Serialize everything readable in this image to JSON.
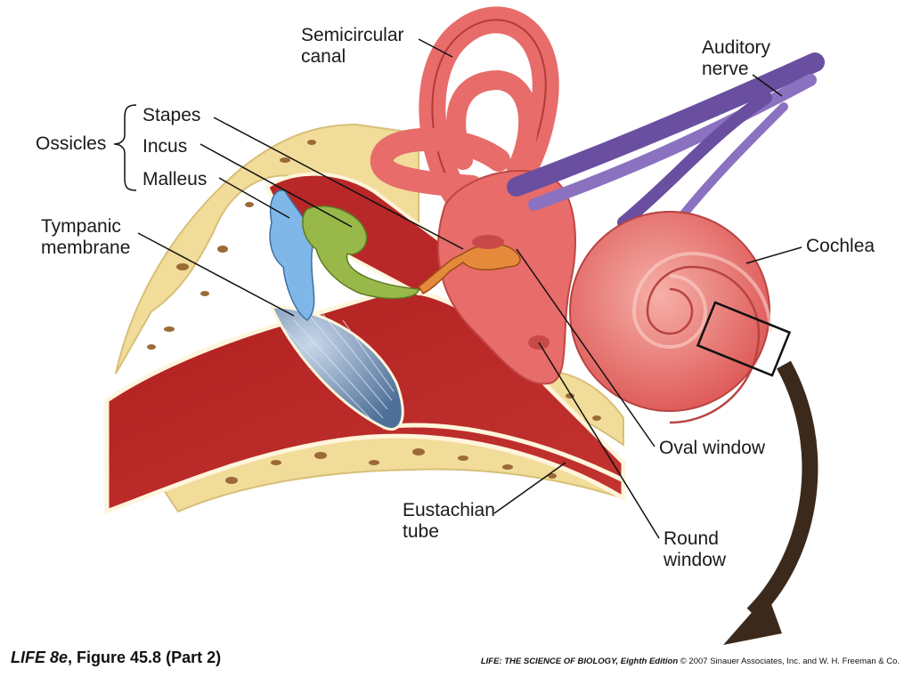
{
  "labels": {
    "semicircular_canal": [
      "Semicircular",
      "canal"
    ],
    "auditory_nerve": [
      "Auditory",
      "nerve"
    ],
    "ossicles": "Ossicles",
    "stapes": "Stapes",
    "incus": "Incus",
    "malleus": "Malleus",
    "tympanic_membrane": [
      "Tympanic",
      "membrane"
    ],
    "cochlea": "Cochlea",
    "oval_window": "Oval window",
    "eustachian_tube": [
      "Eustachian",
      "tube"
    ],
    "round_window": [
      "Round",
      "window"
    ]
  },
  "caption": {
    "book": "LIFE 8e",
    "figure": ", Figure 45.8 (Part 2)"
  },
  "credit": {
    "title": "LIFE: THE SCIENCE OF BIOLOGY, Eighth Edition",
    "rest": " © 2007 Sinauer Associates, Inc. and W. H. Freeman & Co."
  },
  "colors": {
    "bone": "#f2dc9a",
    "bone_spot": "#9a6a38",
    "canal": "#b52525",
    "inner_ear": "#e76c6a",
    "nerve": "#6a4fa0",
    "malleus": "#7fb8e8",
    "incus": "#98b84a",
    "stapes": "#e58a3a",
    "membrane": "#5f7fa6",
    "arrow": "#3b2a1c"
  }
}
